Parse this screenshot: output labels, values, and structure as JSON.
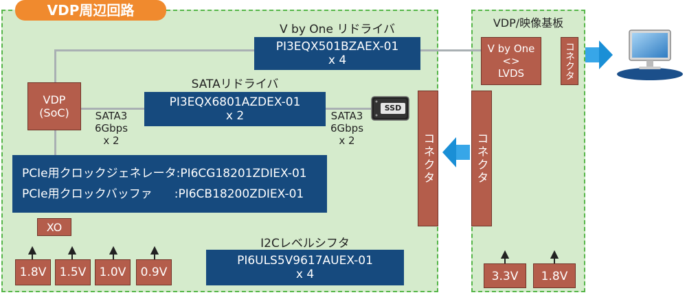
{
  "left_panel": {
    "title": "VDP周辺回路"
  },
  "right_panel": {
    "title": "VDP/映像基板"
  },
  "vbyone_redriver": {
    "label": "V by One リドライバ",
    "part": "PI3EQX501BZAEX-01",
    "qty": "x 4"
  },
  "sata_redriver": {
    "label": "SATAリドライバ",
    "part": "PI3EQX6801AZDEX-01",
    "qty": "x 2"
  },
  "vdp": {
    "line1": "VDP",
    "line2": "(SoC)"
  },
  "sata_left": {
    "l1": "SATA3",
    "l2": "6Gbps",
    "l3": "x 2"
  },
  "sata_right": {
    "l1": "SATA3",
    "l2": "6Gbps",
    "l3": "x 2"
  },
  "ssd": {
    "label": "SSD"
  },
  "pcie": {
    "gen_label": "PCIe用クロックジェネレータ",
    "gen_part": ":PI6CG18201ZDIEX-01",
    "buf_label": "PCIe用クロックバッファ",
    "buf_part": ":PI6CB18200ZDIEX-01"
  },
  "xo": {
    "label": "XO"
  },
  "i2c": {
    "label": "I2Cレベルシフタ",
    "part": "PI6ULS5V9617AUEX-01",
    "qty": "x 4"
  },
  "connector_label": "コネクタ",
  "lvds_conv": {
    "l1": "V by One",
    "l2": "<>",
    "l3": "LVDS"
  },
  "voltages_left": [
    "1.8V",
    "1.5V",
    "1.0V",
    "0.9V"
  ],
  "voltages_right": [
    "3.3V",
    "1.8V"
  ],
  "colors": {
    "panel_bg": "#d5ebcc",
    "panel_border": "#55b548",
    "blue": "#164a7e",
    "brown": "#b45d4b",
    "orange": "#f08a2e",
    "arrow": "#1a8fd6"
  },
  "icons": {
    "monitor": "monitor-icon",
    "ssd": "ssd-icon"
  }
}
